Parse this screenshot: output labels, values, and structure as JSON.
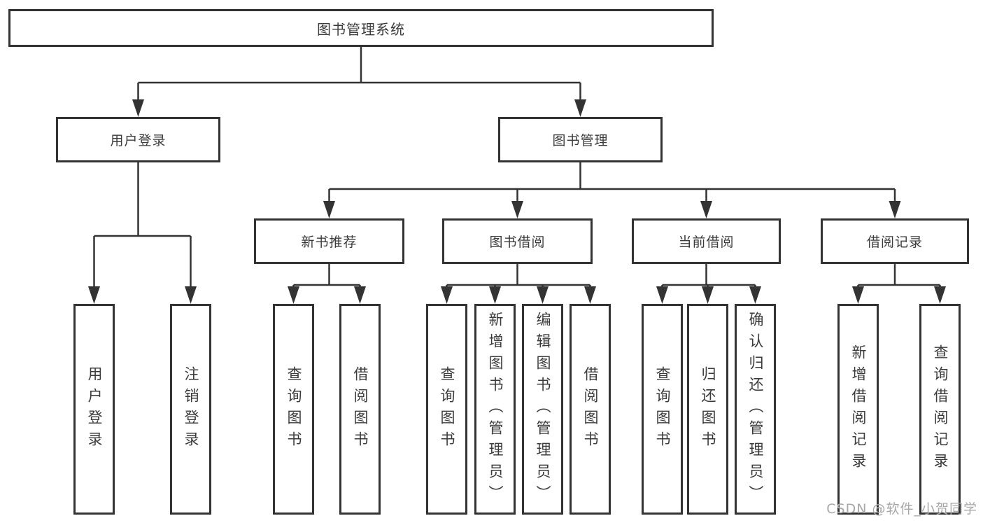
{
  "diagram": {
    "root": "图书管理系统",
    "branches": [
      {
        "label": "用户登录",
        "children": [
          "用户登录",
          "注销登录"
        ]
      },
      {
        "label": "图书管理",
        "sections": [
          {
            "label": "新书推荐",
            "children": [
              "查询图书",
              "借阅图书"
            ]
          },
          {
            "label": "图书借阅",
            "children": [
              "查询图书",
              "新增图书（管理员）",
              "编辑图书（管理员）",
              "借阅图书"
            ]
          },
          {
            "label": "当前借阅",
            "children": [
              "查询图书",
              "归还图书",
              "确认归还（管理员）"
            ]
          },
          {
            "label": "借阅记录",
            "children": [
              "新增借阅记录",
              "查询借阅记录"
            ]
          }
        ]
      }
    ],
    "colors": {
      "line": "#333333",
      "border": "#333333",
      "text": "#3b3b3b",
      "background": "#ffffff",
      "watermark": "#a8a8a8"
    }
  },
  "watermark": {
    "text": "CSDN @软件_小贺同学"
  }
}
